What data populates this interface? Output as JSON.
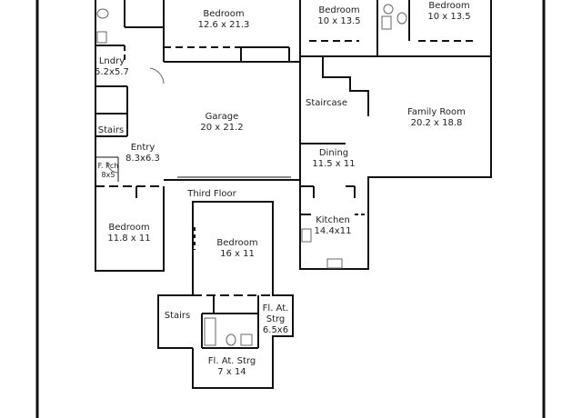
{
  "floors": [
    {
      "id": "main",
      "title": ""
    },
    {
      "id": "third",
      "title": "Third Floor"
    }
  ],
  "rooms": [
    {
      "key": "bedroom-top-center",
      "name": "Bedroom",
      "dims": "12.6 x 21.3"
    },
    {
      "key": "bedroom-top-right-a",
      "name": "Bedroom",
      "dims": "10 x 13.5"
    },
    {
      "key": "bedroom-top-right-b",
      "name": "Bedroom",
      "dims": "10 x 13.5"
    },
    {
      "key": "laundry",
      "name": "Lndry",
      "dims": "5.2x5.7"
    },
    {
      "key": "garage",
      "name": "Garage",
      "dims": "20 x 21.2"
    },
    {
      "key": "staircase",
      "name": "Staircase",
      "dims": ""
    },
    {
      "key": "family-room",
      "name": "Family Room",
      "dims": "20.2 x 18.8"
    },
    {
      "key": "stairs-left",
      "name": "Stairs",
      "dims": ""
    },
    {
      "key": "entry",
      "name": "Entry",
      "dims": "8.3x6.3"
    },
    {
      "key": "front-porch",
      "name": "F. Pch",
      "dims": "8x5"
    },
    {
      "key": "dining",
      "name": "Dining",
      "dims": "11.5 x 11"
    },
    {
      "key": "bedroom-left",
      "name": "Bedroom",
      "dims": "11.8 x 11"
    },
    {
      "key": "kitchen",
      "name": "Kitchen",
      "dims": "14.4x11"
    },
    {
      "key": "bedroom-third",
      "name": "Bedroom",
      "dims": "16 x 11"
    },
    {
      "key": "stairs-third",
      "name": "Stairs",
      "dims": ""
    },
    {
      "key": "fl-at-strg-small",
      "name": "Fl. At. Strg",
      "dims": "6.5x6"
    },
    {
      "key": "fl-at-strg-large",
      "name": "Fl. At. Strg",
      "dims": "7 x 14"
    }
  ],
  "colors": {
    "wall": "#111111",
    "fixture": "#666666",
    "text": "#222222",
    "background": "#ffffff"
  },
  "icons": [
    "toilet-icon",
    "sink-icon",
    "bathtub-icon",
    "door-swing-icon"
  ]
}
